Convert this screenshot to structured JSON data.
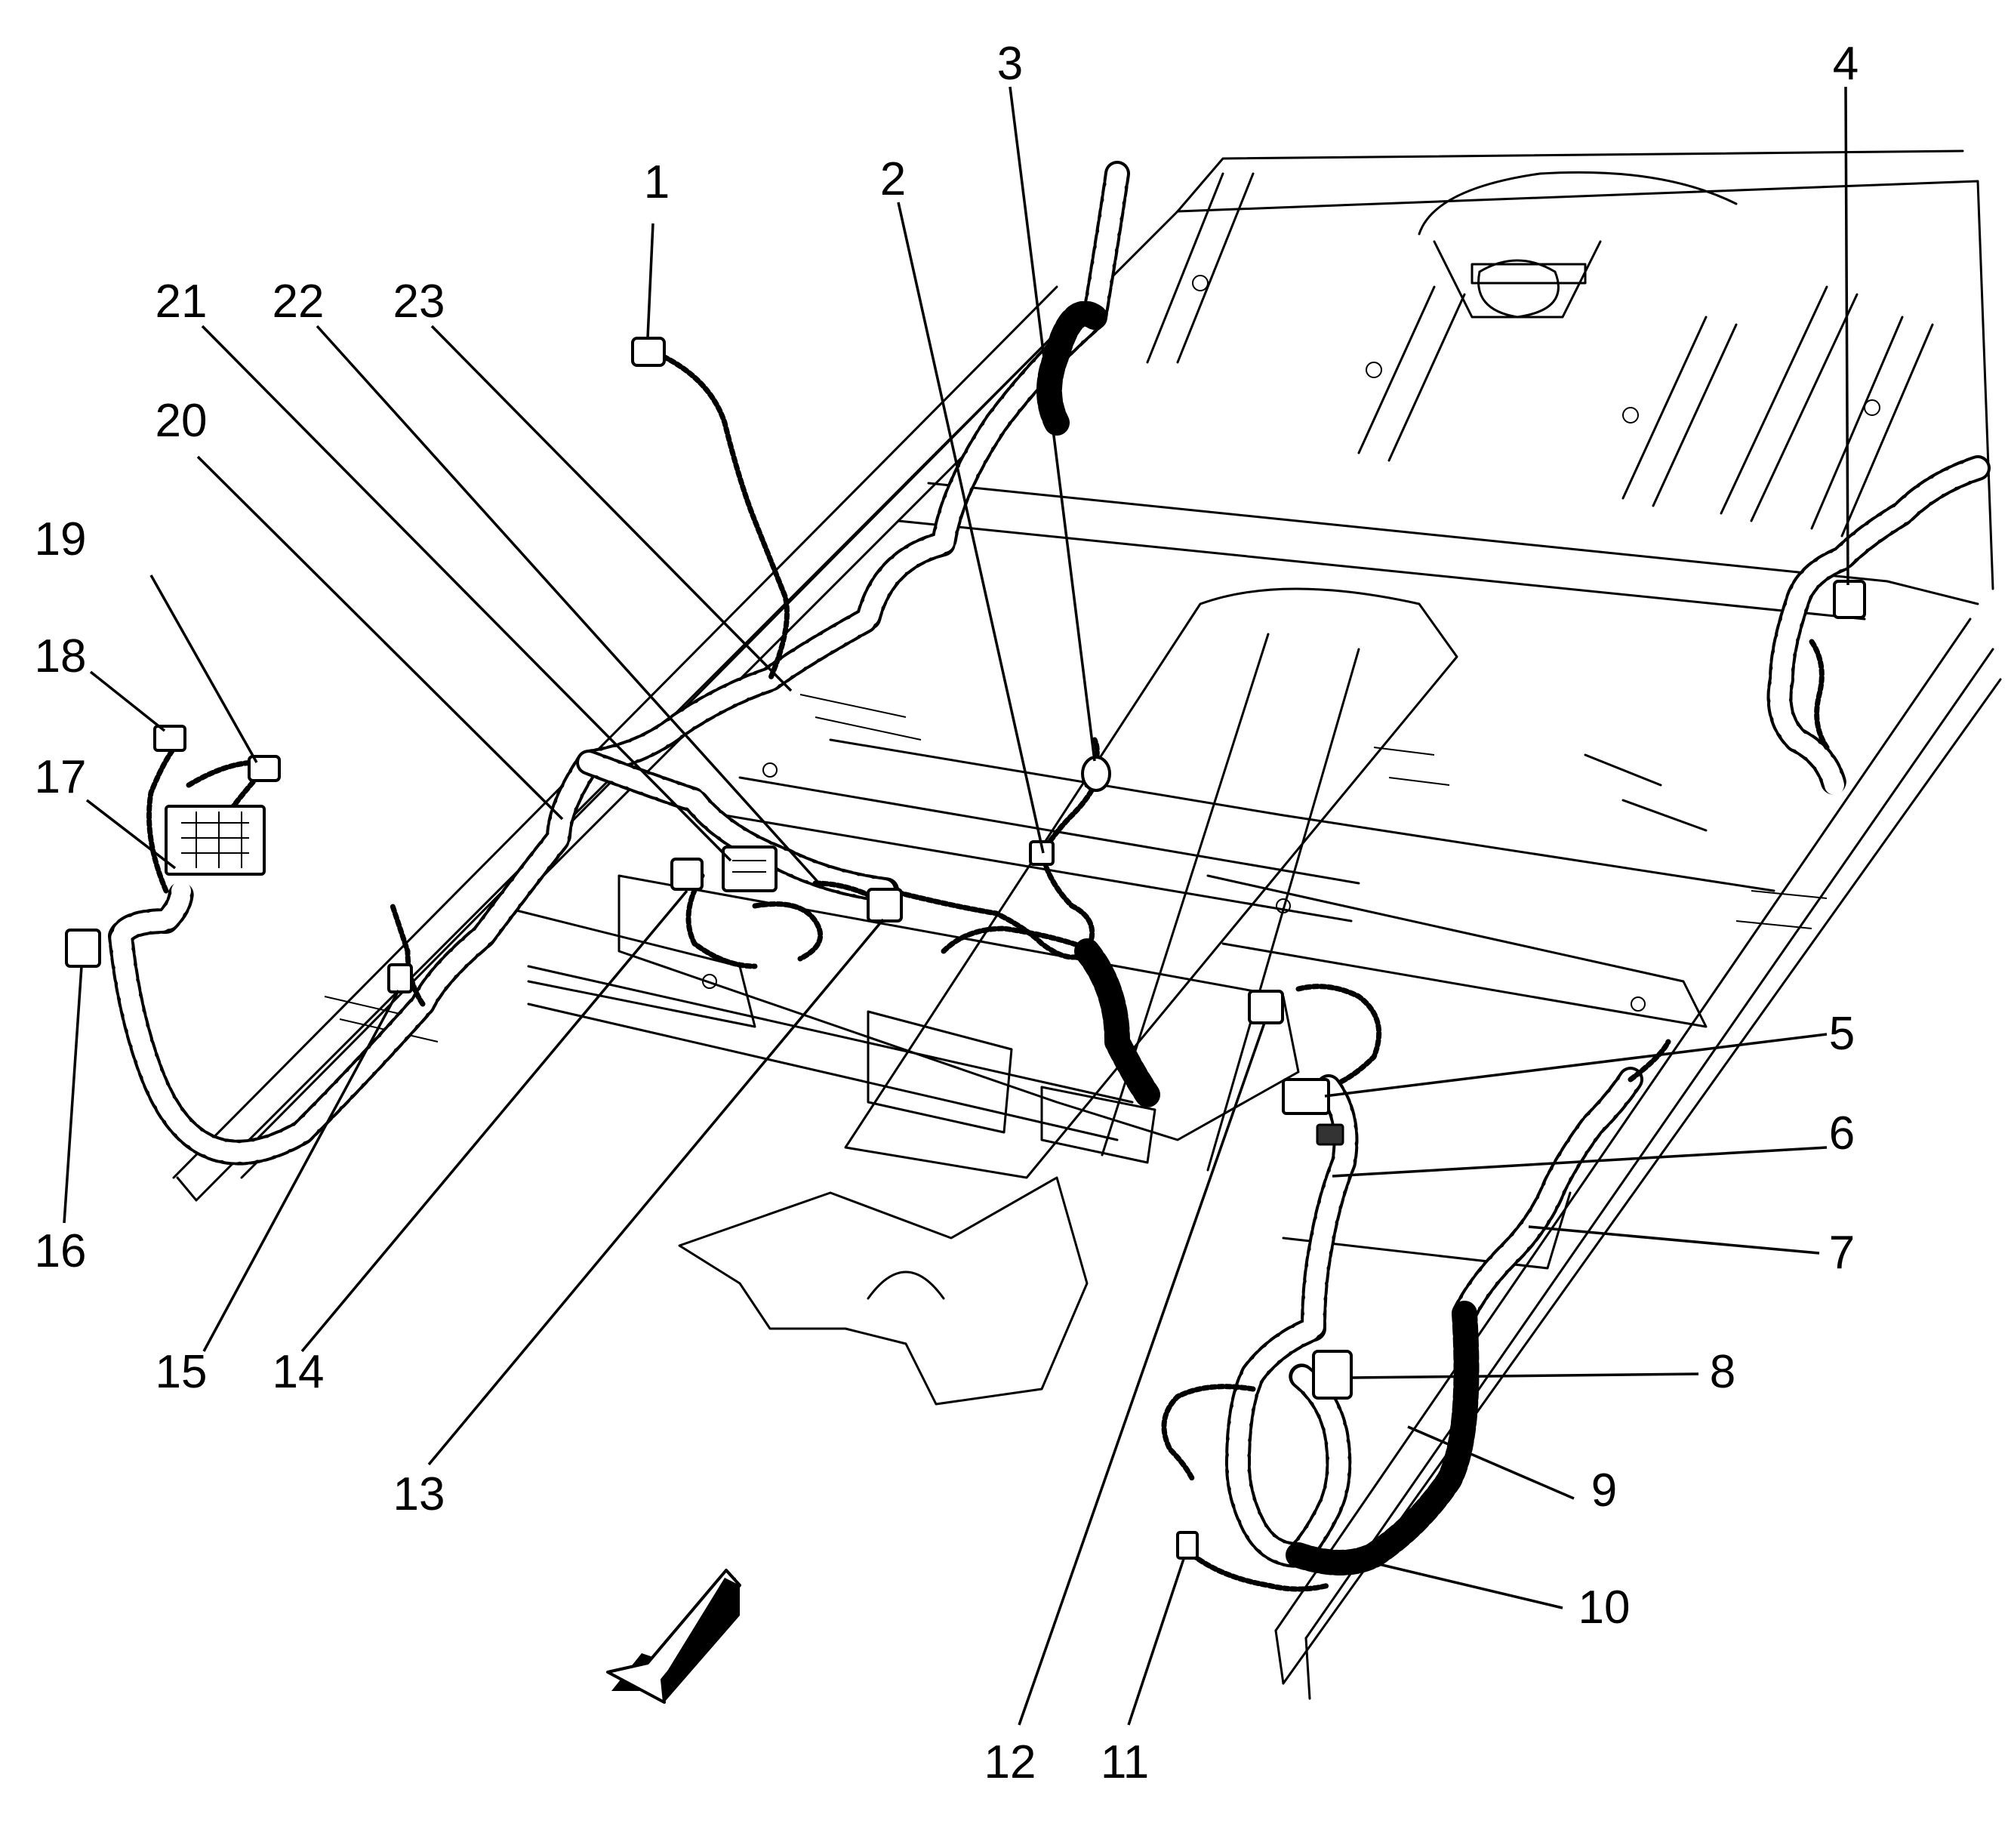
{
  "callouts": [
    "1",
    "2",
    "3",
    "4",
    "5",
    "6",
    "7",
    "8",
    "9",
    "10",
    "11",
    "12",
    "13",
    "14",
    "15",
    "16",
    "17",
    "18",
    "19",
    "20",
    "21",
    "22",
    "23"
  ],
  "icons": {
    "front_arrow": "direction-arrow-icon"
  }
}
